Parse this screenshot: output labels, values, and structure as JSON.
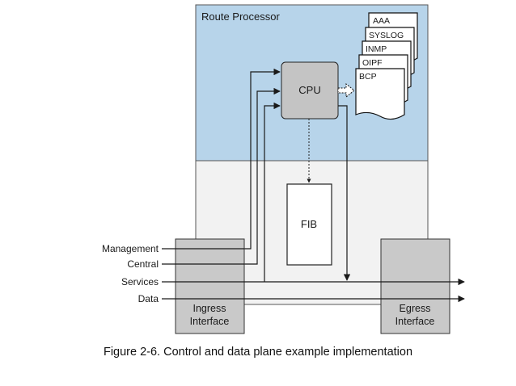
{
  "route_processor": {
    "title": "Route Processor"
  },
  "cpu": {
    "label": "CPU"
  },
  "fib": {
    "label": "FIB"
  },
  "processes": [
    "AAA",
    "SYSLOG",
    "INMP",
    "OIPF",
    "BCP"
  ],
  "inputs": [
    "Management",
    "Central",
    "Services",
    "Data"
  ],
  "ingress": {
    "line1": "Ingress",
    "line2": "Interface"
  },
  "egress": {
    "line1": "Egress",
    "line2": "Interface"
  },
  "caption": "Figure 2-6. Control and data plane example implementation",
  "colors": {
    "route_processor_fill": "#b7d4ea",
    "lower_fill": "#f2f2f2",
    "box_gray": "#c9c9c9",
    "cpu_gray": "#c4c4c4",
    "line": "#1a1a1a"
  }
}
